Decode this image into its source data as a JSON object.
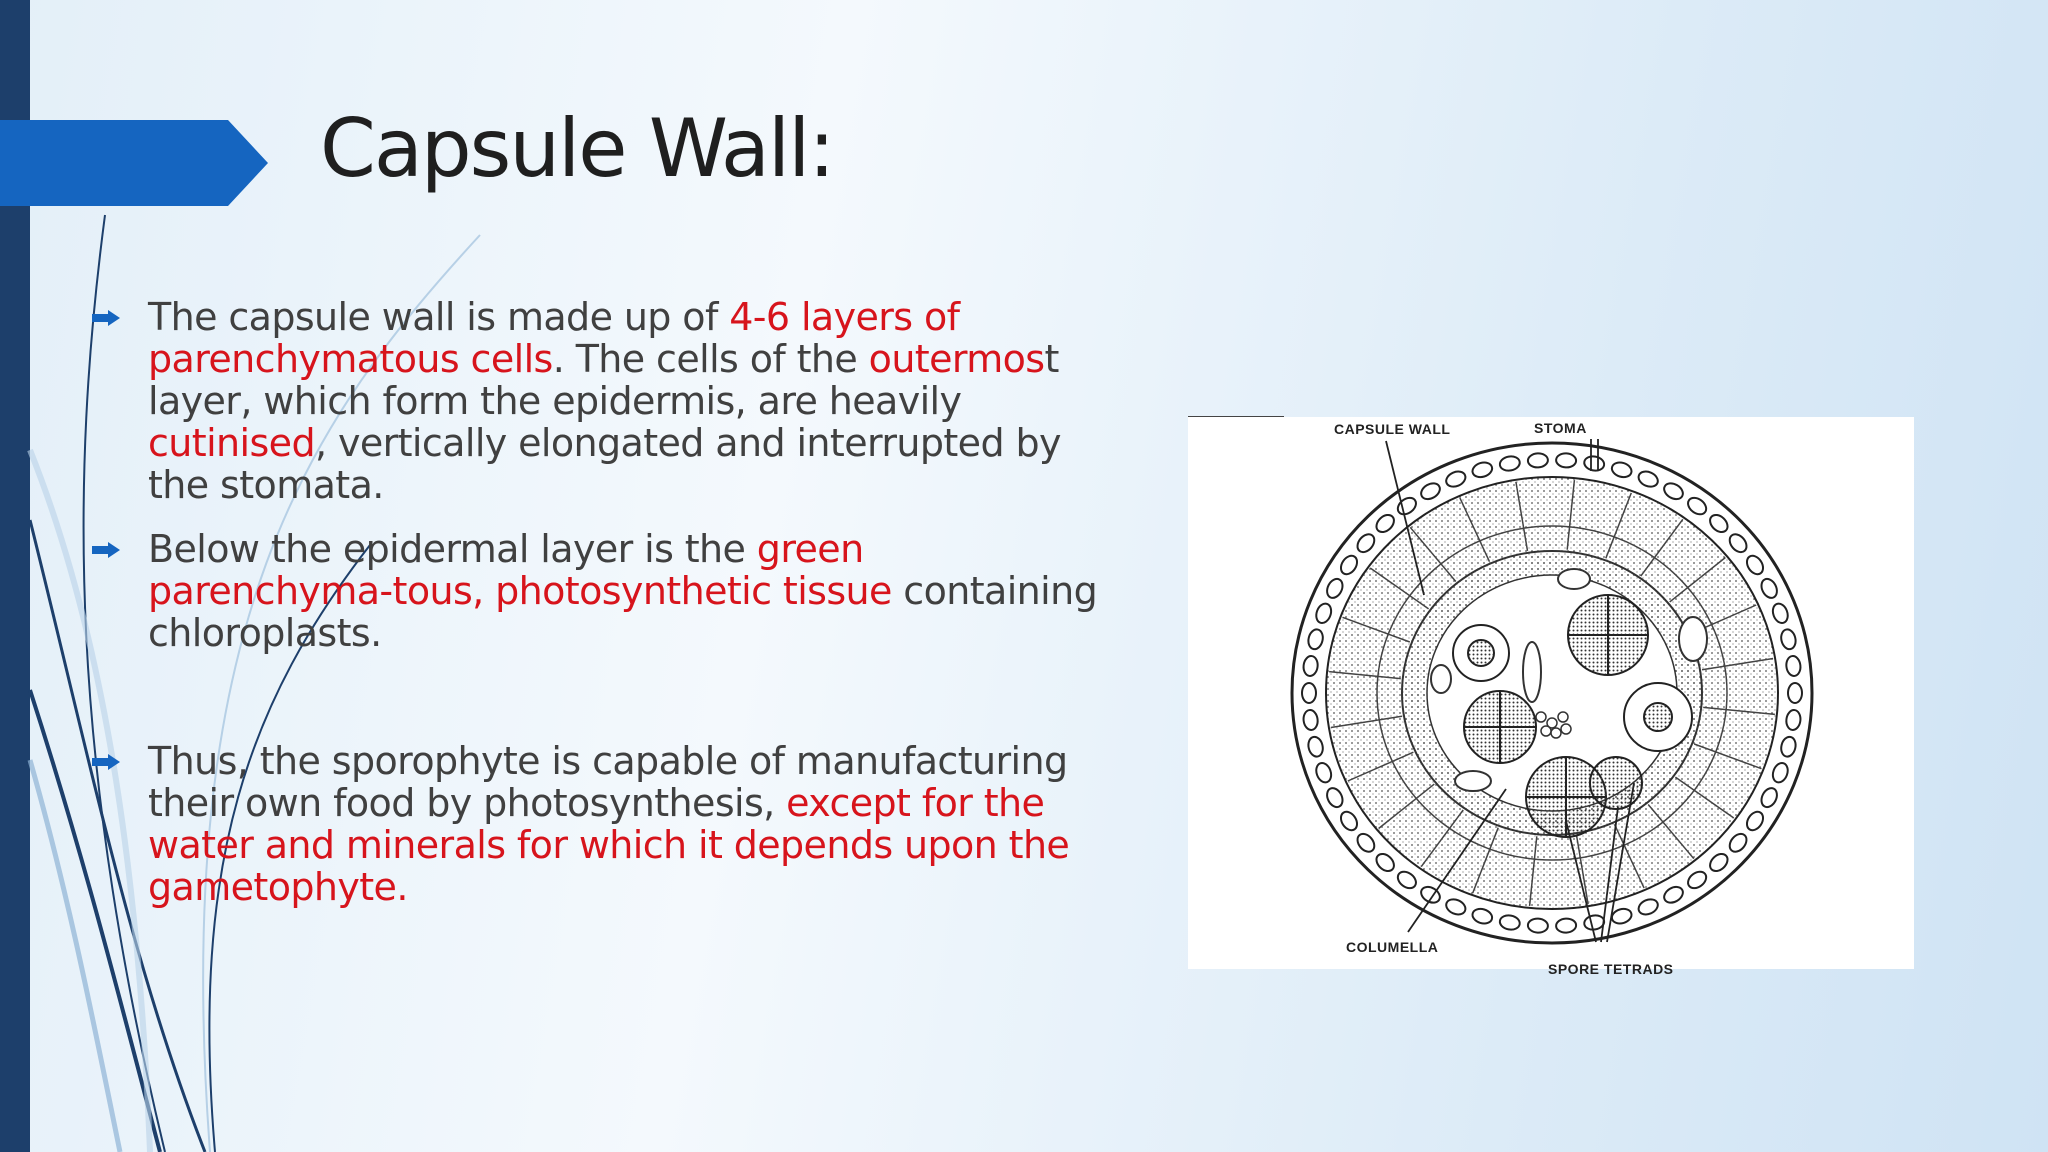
{
  "slide": {
    "title": "Capsule Wall:",
    "bullets": [
      {
        "segments": [
          {
            "text": "The capsule wall is made up of ",
            "highlight": false
          },
          {
            "text": "4-6 layers of",
            "highlight": true
          },
          {
            "text": " ",
            "highlight": false
          },
          {
            "text": "parenchymatous cells",
            "highlight": true
          },
          {
            "text": ". The cells of the ",
            "highlight": false
          },
          {
            "text": "outermos",
            "highlight": true
          },
          {
            "text": "t layer, which form the epidermis, are heavily ",
            "highlight": false
          },
          {
            "text": "cutinised",
            "highlight": true
          },
          {
            "text": ", vertically elongated and interrupted by the stomata.",
            "highlight": false
          }
        ]
      },
      {
        "segments": [
          {
            "text": "Below the epidermal layer is the ",
            "highlight": false
          },
          {
            "text": "green parenchyma-tous, photosynthetic tissue",
            "highlight": true
          },
          {
            "text": " containing chloroplasts.",
            "highlight": false
          }
        ]
      },
      {
        "segments": [
          {
            "text": "Thus, the sporophyte is capable of manufacturing their own food by photosynthesis, ",
            "highlight": false
          },
          {
            "text": "except for the water and minerals for which it depends upon the gametophyte.",
            "highlight": true
          }
        ]
      }
    ],
    "figure": {
      "labels": {
        "capsule_wall": "CAPSULE WALL",
        "stoma": "STOMA",
        "columella": "COLUMELLA",
        "spore_tetrads": "SPORE TETRADS"
      }
    }
  },
  "colors": {
    "accent": "#1565c0",
    "dark_bar": "#1d3f6b",
    "highlight": "#d7141c",
    "body_text": "#404040"
  },
  "icons": {
    "bullet": "right-arrow-icon",
    "title_marker": "chevron-banner-icon"
  }
}
